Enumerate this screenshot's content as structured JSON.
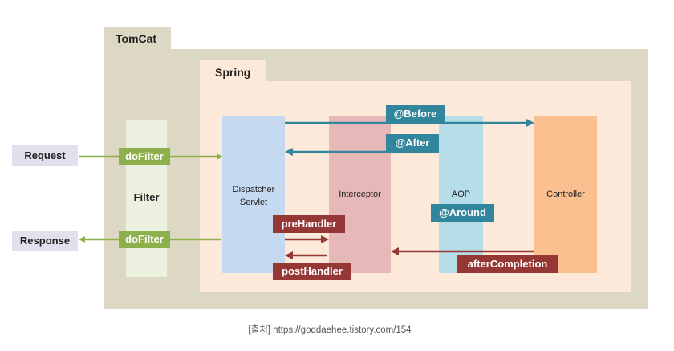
{
  "tomcat": {
    "title": "TomCat"
  },
  "spring": {
    "title": "Spring"
  },
  "filter": {
    "label": "Filter"
  },
  "components": {
    "dispatcher_line1": "Dispatcher",
    "dispatcher_line2": "Servlet",
    "interceptor": "Interceptor",
    "aop": "AOP",
    "controller": "Controller"
  },
  "external": {
    "request": "Request",
    "response": "Response"
  },
  "tags": {
    "dofilter_in": "doFilter",
    "dofilter_out": "doFilter",
    "before": "@Before",
    "after": "@After",
    "around": "@Around",
    "pre_handler": "preHandler",
    "post_handler": "postHandler",
    "after_completion": "afterCompletion"
  },
  "caption": "[출처] https://goddaehee.tistory.com/154",
  "colors": {
    "tomcat_bg": "#ddd8c3",
    "spring_bg": "#fde9da",
    "filter_bg": "#ebf1de",
    "dispatcher_bg": "#c5d9f1",
    "interceptor_bg": "#e6b9b8",
    "aop_bg": "#b7dee8",
    "controller_bg": "#fac090",
    "green_arrow": "#8db04c",
    "teal_arrow": "#31859c",
    "red_arrow": "#953735"
  }
}
